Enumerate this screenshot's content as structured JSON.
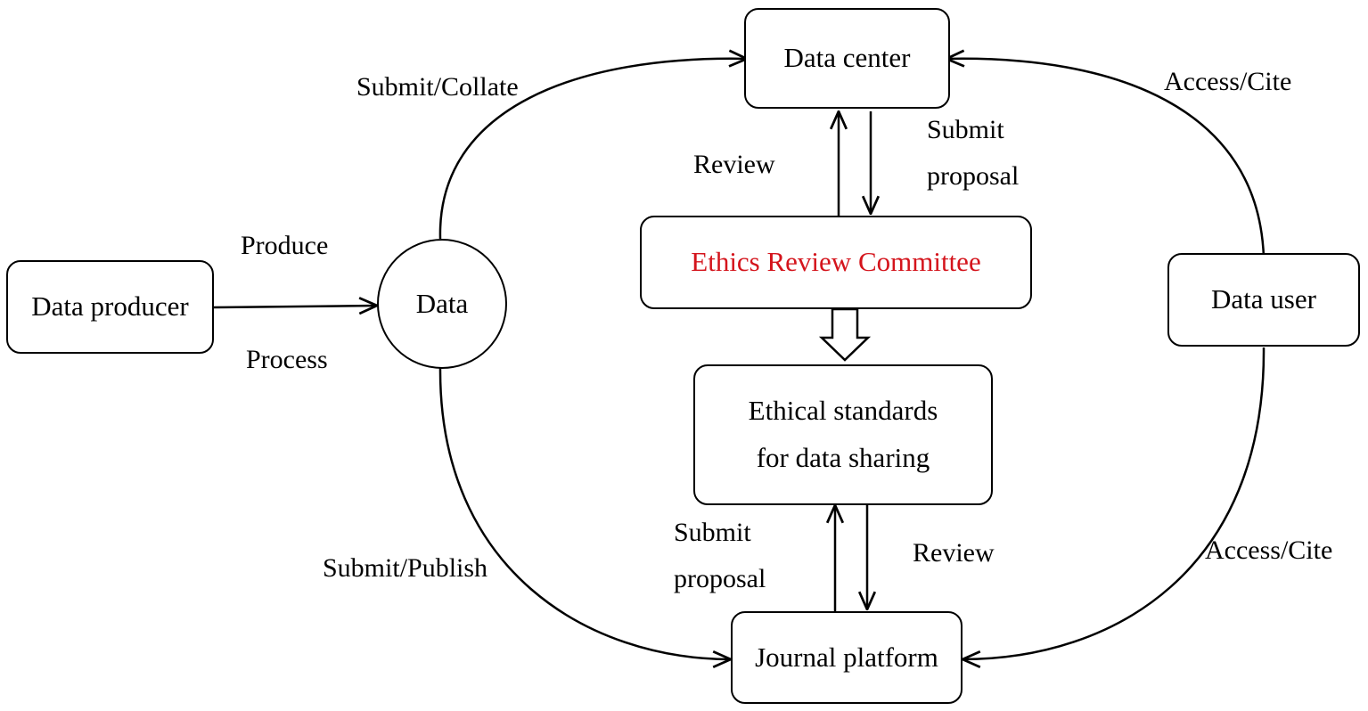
{
  "nodes": {
    "data_center": "Data center",
    "ethics_committee": "Ethics Review Committee",
    "ethical_standards": [
      "Ethical standards",
      "for data sharing"
    ],
    "journal_platform": "Journal platform",
    "data_producer": "Data producer",
    "data": "Data",
    "data_user": "Data user"
  },
  "edges": {
    "submit_collate": "Submit/Collate",
    "submit_publish": "Submit/Publish",
    "produce": "Produce",
    "process": "Process",
    "access_cite_top": "Access/Cite",
    "access_cite_bottom": "Access/Cite",
    "review_top": "Review",
    "submit_proposal_top": [
      "Submit",
      "proposal"
    ],
    "review_bottom": "Review",
    "submit_proposal_bottom": [
      "Submit",
      "proposal"
    ]
  },
  "colors": {
    "committee_text": "#d4141c",
    "stroke": "#000000"
  }
}
